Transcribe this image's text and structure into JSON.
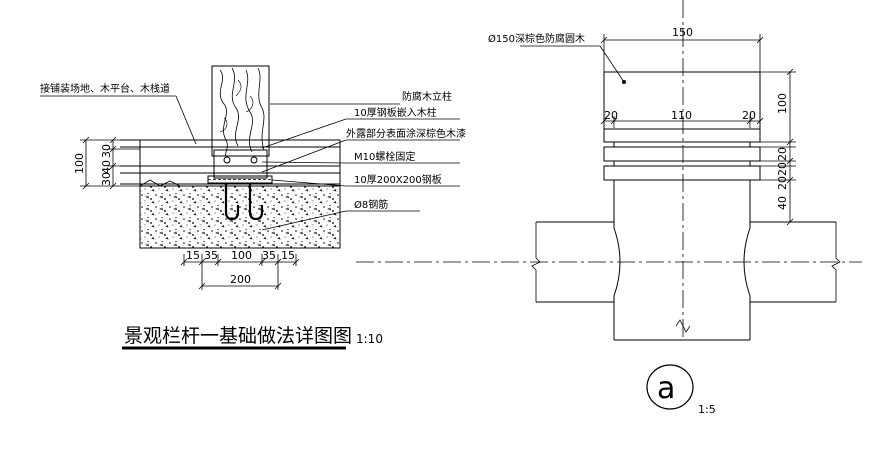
{
  "left_detail": {
    "title": "景观栏杆一基础做法详图图",
    "scale": "1:10",
    "labels": {
      "paving": "接铺装场地、木平台、木栈道",
      "post": "防腐木立柱",
      "steel_embed": "10厚钢板嵌入木柱",
      "paint": "外露部分表面涂深棕色木漆",
      "bolt": "M10螺栓固定",
      "steel_plate": "10厚200X200钢板",
      "rebar": "Ø8钢筋"
    },
    "dims_vertical": [
      "100",
      "30",
      "40",
      "30"
    ],
    "dims_horizontal": [
      "15",
      "35",
      "100",
      "35",
      "15"
    ],
    "dim_total": "200"
  },
  "right_detail": {
    "label": "Ø150深棕色防腐圆木",
    "dim_width": "150",
    "dims_inner": [
      "20",
      "110",
      "20"
    ],
    "dims_vertical": [
      "100",
      "20",
      "20",
      "20",
      "40"
    ],
    "callout": "a",
    "scale": "1:5"
  }
}
